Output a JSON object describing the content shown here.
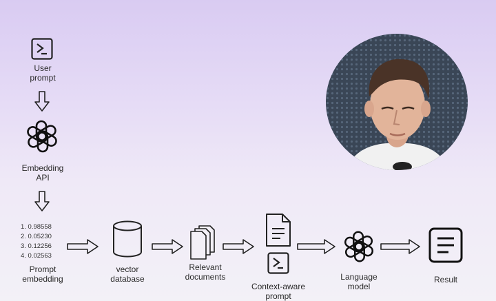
{
  "flow": {
    "user_prompt": "User\nprompt",
    "embedding_api": "Embedding\nAPI",
    "embedding_values": [
      "1. 0.98558",
      "2. 0.05230",
      "3. 0.12256",
      "4. 0.02563"
    ],
    "prompt_embedding": "Prompt\nembedding",
    "vector_database": "vector\ndatabase",
    "relevant_documents": "Relevant\ndocuments",
    "context_aware_prompt": "Context-aware\nprompt",
    "language_model": "Language\nmodel",
    "result": "Result"
  },
  "icons": {
    "terminal": "terminal-icon",
    "openai": "openai-logo-icon",
    "database": "database-icon",
    "documents": "documents-icon",
    "document": "document-icon",
    "result": "result-icon",
    "arrow_down": "arrow-down-icon",
    "arrow_right": "arrow-right-icon"
  },
  "colors": {
    "bg_top": "#d9cbf2",
    "bg_bottom": "#f3f1f7",
    "ink": "#222222"
  }
}
